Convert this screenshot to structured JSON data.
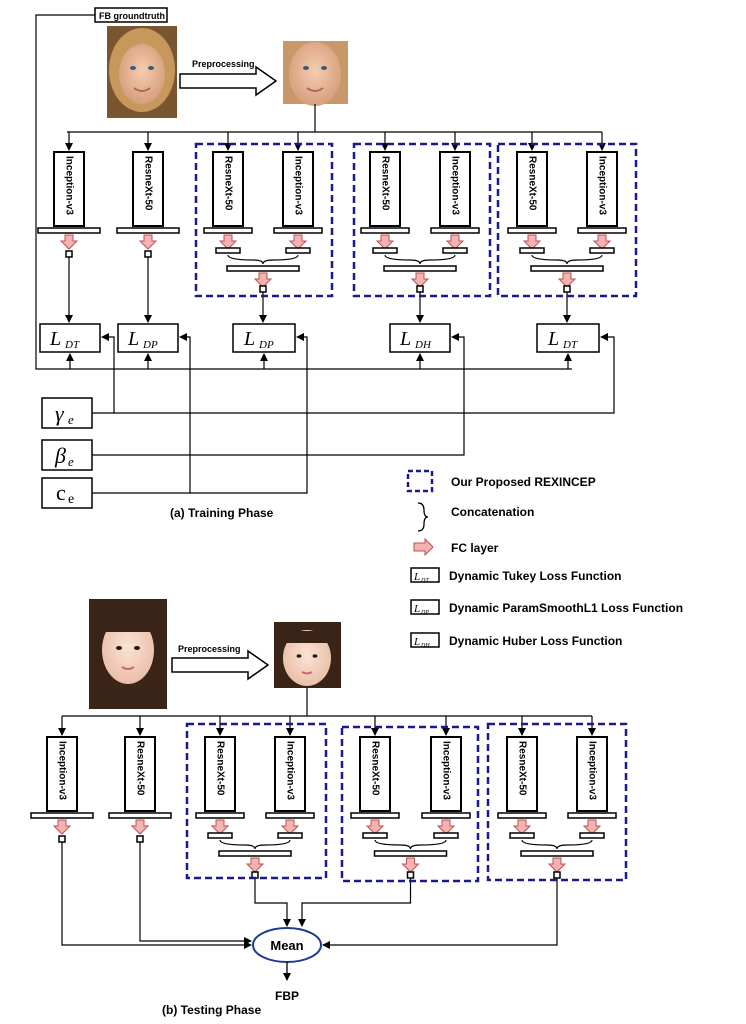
{
  "training": {
    "caption": "(a) Training Phase",
    "groundtruth_label": "FB groundtruth",
    "preprocessing_label": "Preprocessing",
    "models": {
      "inception": "Inception-v3",
      "resnext": "ResneXt-50"
    },
    "losses": {
      "dt_main": "L",
      "dt_main_sub": "DT",
      "dp_main": "L",
      "dp_main_sub": "DP",
      "dh_main": "L",
      "dh_main_sub": "DH"
    },
    "params": {
      "gamma_main": "γ",
      "gamma_sub": "e",
      "beta_main": "β",
      "beta_sub": "e",
      "c_main": "c",
      "c_sub": "e"
    }
  },
  "legend": {
    "rexincep": "Our Proposed REXINCEP",
    "concat": "Concatenation",
    "fc": "FC layer",
    "tukey": "Dynamic Tukey Loss Function",
    "paramsmooth": "Dynamic ParamSmoothL1 Loss Function",
    "huber": "Dynamic Huber Loss Function",
    "dt_sub": "DT",
    "dp_sub": "DP",
    "dh_sub": "DH"
  },
  "testing": {
    "caption": "(b) Testing Phase",
    "preprocessing_label": "Preprocessing",
    "mean_label": "Mean",
    "output_label": "FBP",
    "models": {
      "inception": "Inception-v3",
      "resnext": "ResneXt-50"
    }
  },
  "colors": {
    "dashed_box": "#1a1a8c",
    "fc_arrow": "#f2b3b3",
    "fc_arrow_stroke": "#c0504d",
    "mean_ellipse": "#1f3a93",
    "face_skin": "#e8b89a",
    "face_hair_1": "#b88a55",
    "face_hair_2": "#3a2418"
  },
  "icons": {
    "fc": "fc-arrow-icon",
    "concat": "curly-brace-icon",
    "face": "face-photo-icon"
  }
}
